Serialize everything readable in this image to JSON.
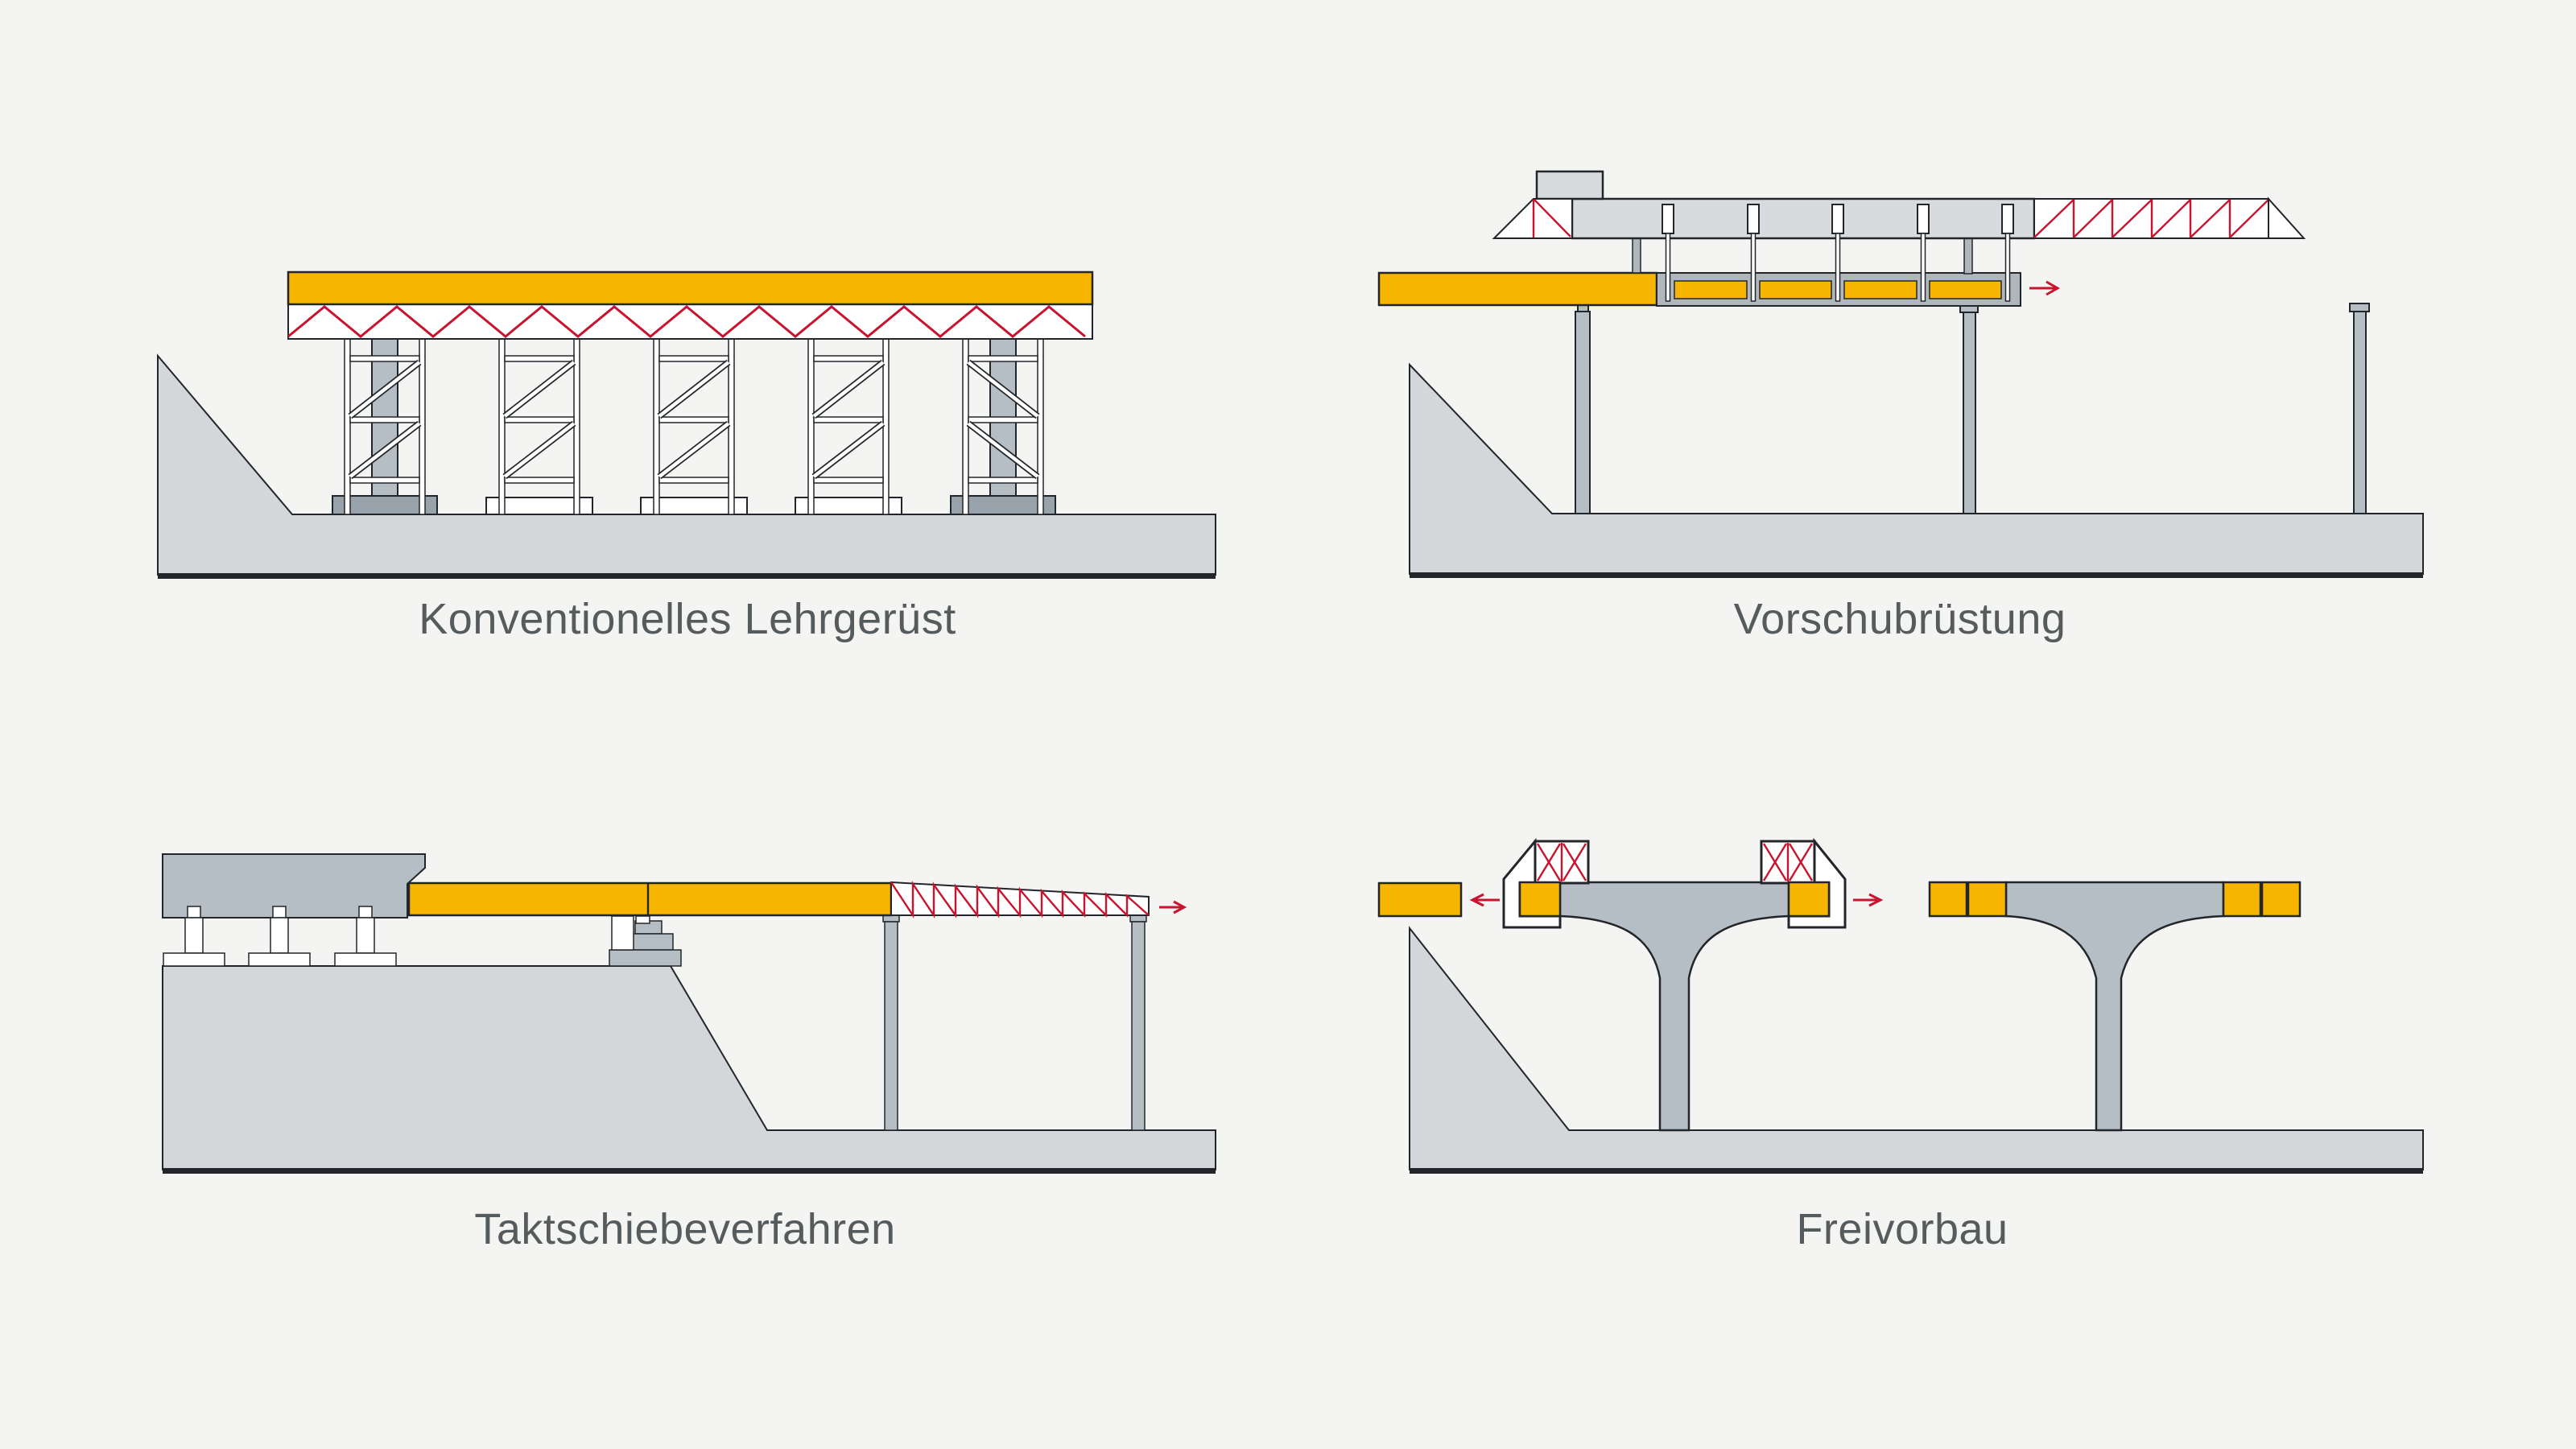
{
  "colors": {
    "background": "#F4F4F2",
    "outline": "#22262A",
    "deck_yellow": "#F8B500",
    "truss_red": "#C8142E",
    "ground_gray": "#D3D7DA",
    "concrete_mid": "#B5BEC5",
    "concrete_dark": "#98A2AA",
    "steel_light": "#D8DBDE",
    "steel_mid": "#AFB7BD",
    "white": "#FFFFFF",
    "label_text": "#565B5E"
  },
  "icons": {
    "advance_arrow_right": "→",
    "advance_arrow_left": "←"
  },
  "panels": [
    {
      "id": "konventionelles-lehrgeruest",
      "label": "Konventionelles Lehrgerüst"
    },
    {
      "id": "vorschubruestung",
      "label": "Vorschubrüstung"
    },
    {
      "id": "taktschiebeverfahren",
      "label": "Taktschiebeverfahren"
    },
    {
      "id": "freivorbau",
      "label": "Freivorbau"
    }
  ]
}
